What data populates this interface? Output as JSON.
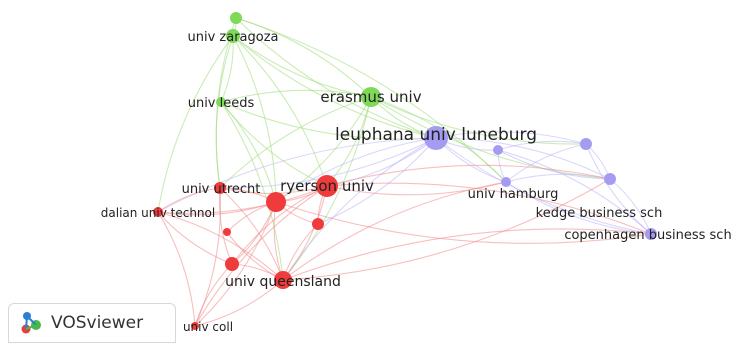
{
  "app": {
    "logo_text": "VOSviewer"
  },
  "colors": {
    "green": "#7ed957",
    "red": "#ef3b3b",
    "purple": "#a59cf2",
    "green_edge": "#9fdc7a",
    "red_edge": "#f08a8a",
    "purple_edge": "#bdb6f4"
  },
  "nodes": [
    {
      "id": "univ_zaragoza",
      "label": "univ zaragoza",
      "cluster": "green"
    },
    {
      "id": "univ_zaragoza_top",
      "label": "",
      "cluster": "green"
    },
    {
      "id": "univ_leeds",
      "label": "univ leeds",
      "cluster": "green"
    },
    {
      "id": "erasmus_univ",
      "label": "erasmus univ",
      "cluster": "green"
    },
    {
      "id": "leuphana",
      "label": "leuphana univ luneburg",
      "cluster": "purple"
    },
    {
      "id": "purple_a",
      "label": "",
      "cluster": "purple"
    },
    {
      "id": "purple_b",
      "label": "",
      "cluster": "purple"
    },
    {
      "id": "univ_hamburg",
      "label": "univ hamburg",
      "cluster": "purple"
    },
    {
      "id": "kedge",
      "label": "kedge business sch",
      "cluster": "purple"
    },
    {
      "id": "copenhagen",
      "label": "copenhagen business sch",
      "cluster": "purple"
    },
    {
      "id": "univ_utrecht",
      "label": "univ utrecht",
      "cluster": "red"
    },
    {
      "id": "ryerson",
      "label": "ryerson univ",
      "cluster": "red"
    },
    {
      "id": "red_big",
      "label": "",
      "cluster": "red"
    },
    {
      "id": "dalian",
      "label": "dalian univ technol",
      "cluster": "red"
    },
    {
      "id": "red_small",
      "label": "",
      "cluster": "red"
    },
    {
      "id": "red_mid",
      "label": "",
      "cluster": "red"
    },
    {
      "id": "red_left",
      "label": "",
      "cluster": "red"
    },
    {
      "id": "univ_queensland",
      "label": "univ queensland",
      "cluster": "red"
    },
    {
      "id": "univ_coll",
      "label": "univ coll",
      "cluster": "red"
    }
  ]
}
